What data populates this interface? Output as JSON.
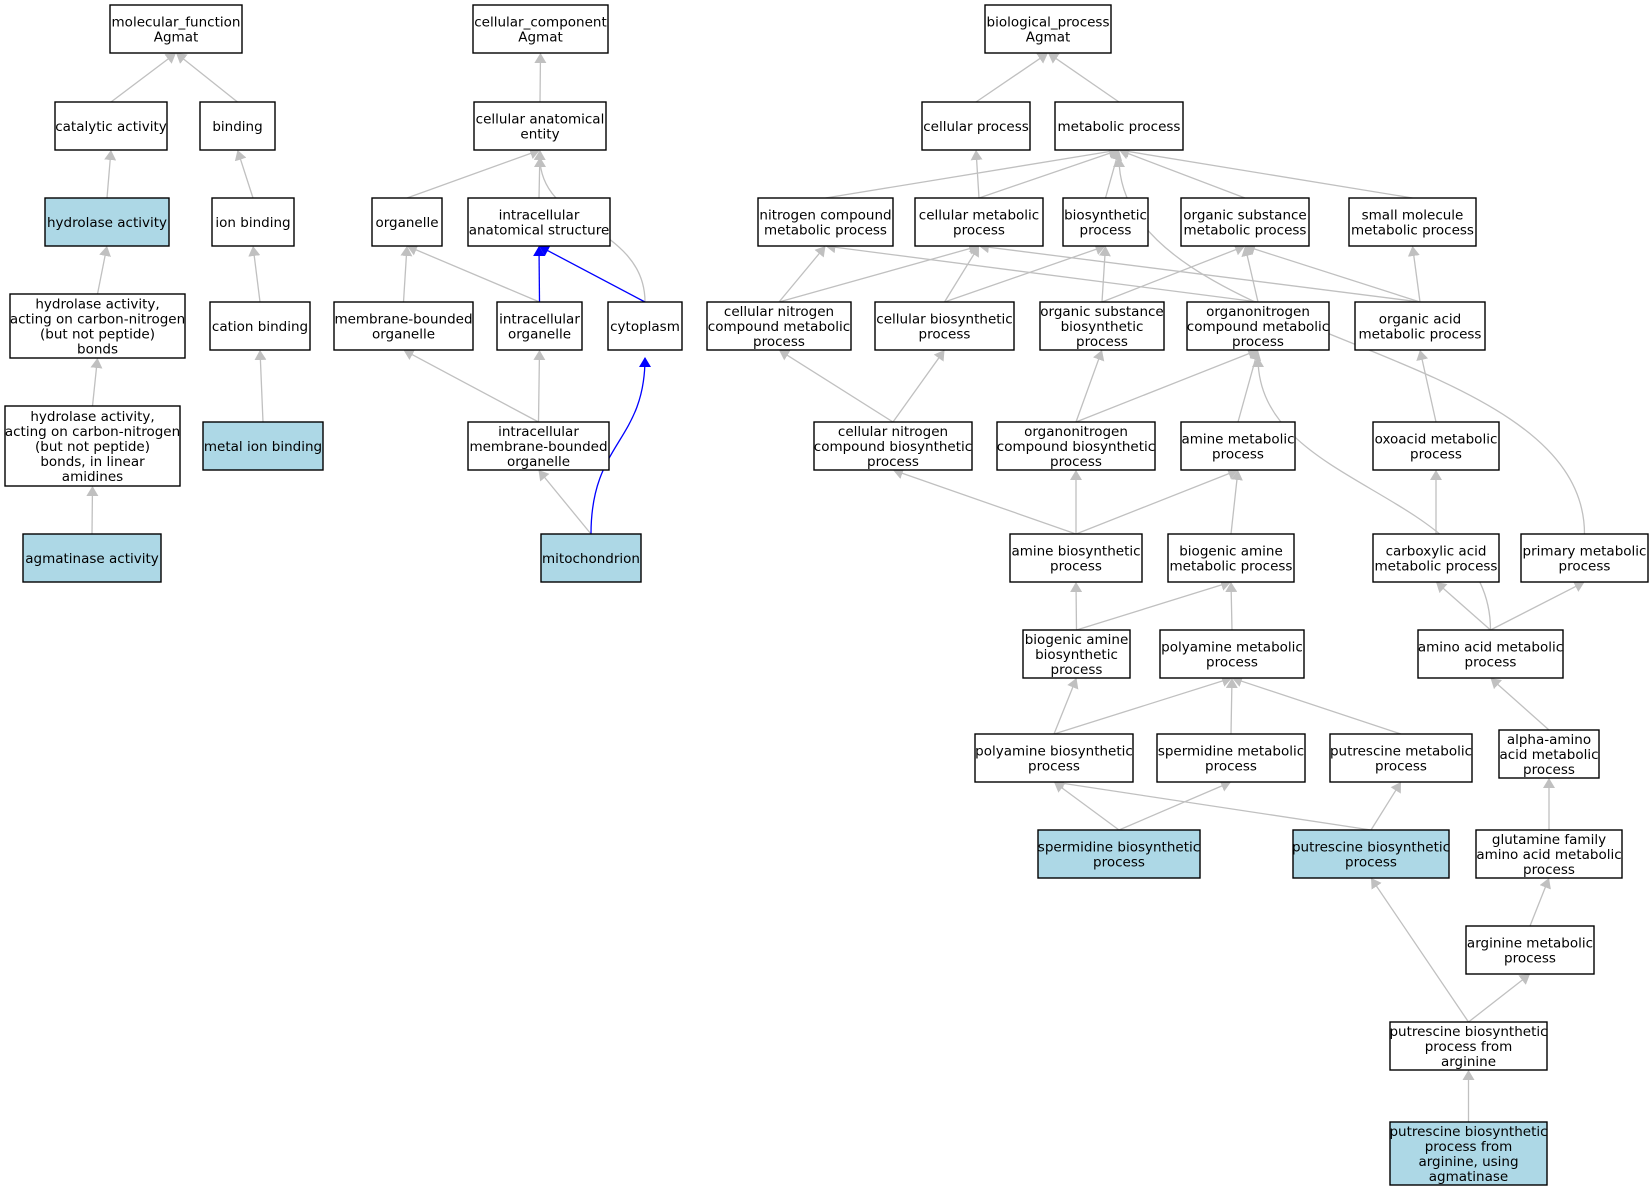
{
  "graph": {
    "colors": {
      "highlight_fill": "#add8e6",
      "default_fill": "#ffffff",
      "border": "#000000",
      "edge_default": "#c0c0c0",
      "edge_highlight": "#0000ff"
    },
    "nodes": [
      {
        "id": "mf",
        "text": [
          "molecular_function",
          "Agmat"
        ]
      },
      {
        "id": "catalytic",
        "text": [
          "catalytic activity"
        ]
      },
      {
        "id": "binding",
        "text": [
          "binding"
        ]
      },
      {
        "id": "hydrolase",
        "text": [
          "hydrolase activity"
        ],
        "highlight": true
      },
      {
        "id": "ionbinding",
        "text": [
          "ion binding"
        ]
      },
      {
        "id": "hydcn",
        "text": [
          "hydrolase activity,",
          "acting on carbon-nitrogen",
          "(but not peptide)",
          "bonds"
        ]
      },
      {
        "id": "cationbinding",
        "text": [
          "cation binding"
        ]
      },
      {
        "id": "hydcnlin",
        "text": [
          "hydrolase activity,",
          "acting on carbon-nitrogen",
          "(but not peptide)",
          "bonds, in linear",
          "amidines"
        ]
      },
      {
        "id": "metalion",
        "text": [
          "metal ion binding"
        ],
        "highlight": true
      },
      {
        "id": "agmatinase",
        "text": [
          "agmatinase activity"
        ],
        "highlight": true
      },
      {
        "id": "cc",
        "text": [
          "cellular_component",
          "Agmat"
        ]
      },
      {
        "id": "cae",
        "text": [
          "cellular anatomical",
          "entity"
        ]
      },
      {
        "id": "organelle",
        "text": [
          "organelle"
        ]
      },
      {
        "id": "ias",
        "text": [
          "intracellular",
          "anatomical structure"
        ]
      },
      {
        "id": "mbo",
        "text": [
          "membrane-bounded",
          "organelle"
        ]
      },
      {
        "id": "io",
        "text": [
          "intracellular",
          "organelle"
        ]
      },
      {
        "id": "cytoplasm",
        "text": [
          "cytoplasm"
        ]
      },
      {
        "id": "imbo",
        "text": [
          "intracellular",
          "membrane-bounded",
          "organelle"
        ]
      },
      {
        "id": "mito",
        "text": [
          "mitochondrion"
        ],
        "highlight": true
      },
      {
        "id": "bp",
        "text": [
          "biological_process",
          "Agmat"
        ]
      },
      {
        "id": "cellproc",
        "text": [
          "cellular process"
        ]
      },
      {
        "id": "metproc",
        "text": [
          "metabolic process"
        ]
      },
      {
        "id": "ncmp",
        "text": [
          "nitrogen compound",
          "metabolic process"
        ]
      },
      {
        "id": "cmp",
        "text": [
          "cellular metabolic",
          "process"
        ]
      },
      {
        "id": "biosyn",
        "text": [
          "biosynthetic",
          "process"
        ]
      },
      {
        "id": "osmp",
        "text": [
          "organic substance",
          "metabolic process"
        ]
      },
      {
        "id": "smmp",
        "text": [
          "small molecule",
          "metabolic process"
        ]
      },
      {
        "id": "cncmp",
        "text": [
          "cellular nitrogen",
          "compound metabolic",
          "process"
        ]
      },
      {
        "id": "cbp",
        "text": [
          "cellular biosynthetic",
          "process"
        ]
      },
      {
        "id": "osbp",
        "text": [
          "organic substance",
          "biosynthetic",
          "process"
        ]
      },
      {
        "id": "oncmp",
        "text": [
          "organonitrogen",
          "compound metabolic",
          "process"
        ]
      },
      {
        "id": "oamp",
        "text": [
          "organic acid",
          "metabolic process"
        ]
      },
      {
        "id": "cncbp",
        "text": [
          "cellular nitrogen",
          "compound biosynthetic",
          "process"
        ]
      },
      {
        "id": "oncbp",
        "text": [
          "organonitrogen",
          "compound biosynthetic",
          "process"
        ]
      },
      {
        "id": "amp",
        "text": [
          "amine metabolic",
          "process"
        ]
      },
      {
        "id": "oxmp",
        "text": [
          "oxoacid metabolic",
          "process"
        ]
      },
      {
        "id": "abp",
        "text": [
          "amine biosynthetic",
          "process"
        ]
      },
      {
        "id": "bamp",
        "text": [
          "biogenic amine",
          "metabolic process"
        ]
      },
      {
        "id": "camp",
        "text": [
          "carboxylic acid",
          "metabolic process"
        ]
      },
      {
        "id": "pmp",
        "text": [
          "primary metabolic",
          "process"
        ]
      },
      {
        "id": "babp",
        "text": [
          "biogenic amine",
          "biosynthetic",
          "process"
        ]
      },
      {
        "id": "polymp",
        "text": [
          "polyamine metabolic",
          "process"
        ]
      },
      {
        "id": "aamp",
        "text": [
          "amino acid metabolic",
          "process"
        ]
      },
      {
        "id": "polybp",
        "text": [
          "polyamine biosynthetic",
          "process"
        ]
      },
      {
        "id": "spdmp",
        "text": [
          "spermidine metabolic",
          "process"
        ]
      },
      {
        "id": "putmp",
        "text": [
          "putrescine metabolic",
          "process"
        ]
      },
      {
        "id": "alphaamp",
        "text": [
          "alpha-amino",
          "acid metabolic",
          "process"
        ]
      },
      {
        "id": "spdbp",
        "text": [
          "spermidine biosynthetic",
          "process"
        ],
        "highlight": true
      },
      {
        "id": "putbp",
        "text": [
          "putrescine biosynthetic",
          "process"
        ],
        "highlight": true
      },
      {
        "id": "glnfam",
        "text": [
          "glutamine family",
          "amino acid metabolic",
          "process"
        ]
      },
      {
        "id": "argmp",
        "text": [
          "arginine metabolic",
          "process"
        ]
      },
      {
        "id": "putbparg",
        "text": [
          "putrescine biosynthetic",
          "process from",
          "arginine"
        ]
      },
      {
        "id": "putbpagm",
        "text": [
          "putrescine biosynthetic",
          "process from",
          "arginine, using",
          "agmatinase"
        ],
        "highlight": true
      }
    ],
    "edges": [
      {
        "from": "catalytic",
        "to": "mf"
      },
      {
        "from": "binding",
        "to": "mf"
      },
      {
        "from": "hydrolase",
        "to": "catalytic"
      },
      {
        "from": "ionbinding",
        "to": "binding"
      },
      {
        "from": "hydcn",
        "to": "hydrolase"
      },
      {
        "from": "cationbinding",
        "to": "ionbinding"
      },
      {
        "from": "hydcnlin",
        "to": "hydcn"
      },
      {
        "from": "metalion",
        "to": "cationbinding"
      },
      {
        "from": "agmatinase",
        "to": "hydcnlin"
      },
      {
        "from": "cae",
        "to": "cc"
      },
      {
        "from": "organelle",
        "to": "cae"
      },
      {
        "from": "ias",
        "to": "cae"
      },
      {
        "from": "cytoplasm",
        "to": "cae",
        "curve": true
      },
      {
        "from": "mbo",
        "to": "organelle"
      },
      {
        "from": "io",
        "to": "organelle"
      },
      {
        "from": "io",
        "to": "ias",
        "highlight": true
      },
      {
        "from": "cytoplasm",
        "to": "ias",
        "highlight": true
      },
      {
        "from": "imbo",
        "to": "mbo"
      },
      {
        "from": "imbo",
        "to": "io"
      },
      {
        "from": "mito",
        "to": "imbo"
      },
      {
        "from": "mito",
        "to": "cytoplasm",
        "highlight": true,
        "curve": true
      },
      {
        "from": "cellproc",
        "to": "bp"
      },
      {
        "from": "metproc",
        "to": "bp"
      },
      {
        "from": "ncmp",
        "to": "metproc"
      },
      {
        "from": "cmp",
        "to": "metproc"
      },
      {
        "from": "cmp",
        "to": "cellproc"
      },
      {
        "from": "biosyn",
        "to": "metproc"
      },
      {
        "from": "osmp",
        "to": "metproc"
      },
      {
        "from": "smmp",
        "to": "metproc"
      },
      {
        "from": "pmp",
        "to": "metproc",
        "curve": true
      },
      {
        "from": "cncmp",
        "to": "ncmp"
      },
      {
        "from": "cncmp",
        "to": "cmp"
      },
      {
        "from": "cbp",
        "to": "cmp"
      },
      {
        "from": "cbp",
        "to": "biosyn"
      },
      {
        "from": "osbp",
        "to": "biosyn"
      },
      {
        "from": "osbp",
        "to": "osmp"
      },
      {
        "from": "oncmp",
        "to": "ncmp"
      },
      {
        "from": "oncmp",
        "to": "osmp"
      },
      {
        "from": "oamp",
        "to": "cmp"
      },
      {
        "from": "oamp",
        "to": "osmp"
      },
      {
        "from": "oamp",
        "to": "smmp"
      },
      {
        "from": "cncbp",
        "to": "cncmp"
      },
      {
        "from": "cncbp",
        "to": "cbp"
      },
      {
        "from": "oncbp",
        "to": "osbp"
      },
      {
        "from": "oncbp",
        "to": "oncmp"
      },
      {
        "from": "amp",
        "to": "oncmp"
      },
      {
        "from": "oxmp",
        "to": "oamp"
      },
      {
        "from": "abp",
        "to": "cncbp"
      },
      {
        "from": "abp",
        "to": "oncbp"
      },
      {
        "from": "abp",
        "to": "amp"
      },
      {
        "from": "bamp",
        "to": "amp"
      },
      {
        "from": "camp",
        "to": "oxmp"
      },
      {
        "from": "babp",
        "to": "abp"
      },
      {
        "from": "babp",
        "to": "bamp"
      },
      {
        "from": "polymp",
        "to": "bamp"
      },
      {
        "from": "aamp",
        "to": "camp"
      },
      {
        "from": "aamp",
        "to": "pmp"
      },
      {
        "from": "aamp",
        "to": "oncmp",
        "curve": true
      },
      {
        "from": "polybp",
        "to": "babp"
      },
      {
        "from": "polybp",
        "to": "polymp"
      },
      {
        "from": "spdmp",
        "to": "polymp"
      },
      {
        "from": "putmp",
        "to": "polymp"
      },
      {
        "from": "alphaamp",
        "to": "aamp"
      },
      {
        "from": "spdbp",
        "to": "polybp"
      },
      {
        "from": "spdbp",
        "to": "spdmp"
      },
      {
        "from": "putbp",
        "to": "polybp"
      },
      {
        "from": "putbp",
        "to": "putmp"
      },
      {
        "from": "glnfam",
        "to": "alphaamp"
      },
      {
        "from": "argmp",
        "to": "glnfam"
      },
      {
        "from": "putbparg",
        "to": "argmp"
      },
      {
        "from": "putbparg",
        "to": "putbp"
      },
      {
        "from": "putbpagm",
        "to": "putbparg"
      }
    ]
  }
}
